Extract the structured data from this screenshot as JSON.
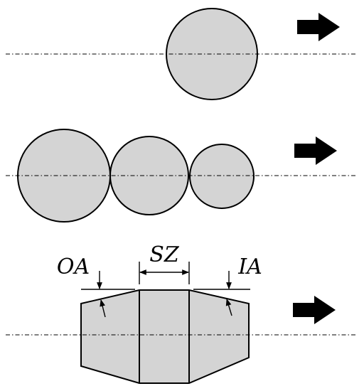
{
  "labels": {
    "outer_arc": "OA",
    "shaping_zone": "SZ",
    "inner_arc": "IA"
  },
  "colors": {
    "fill": "#d4d4d4",
    "stroke": "#000000",
    "background": "#ffffff"
  },
  "icons": {
    "direction": "right-arrow-icon"
  }
}
